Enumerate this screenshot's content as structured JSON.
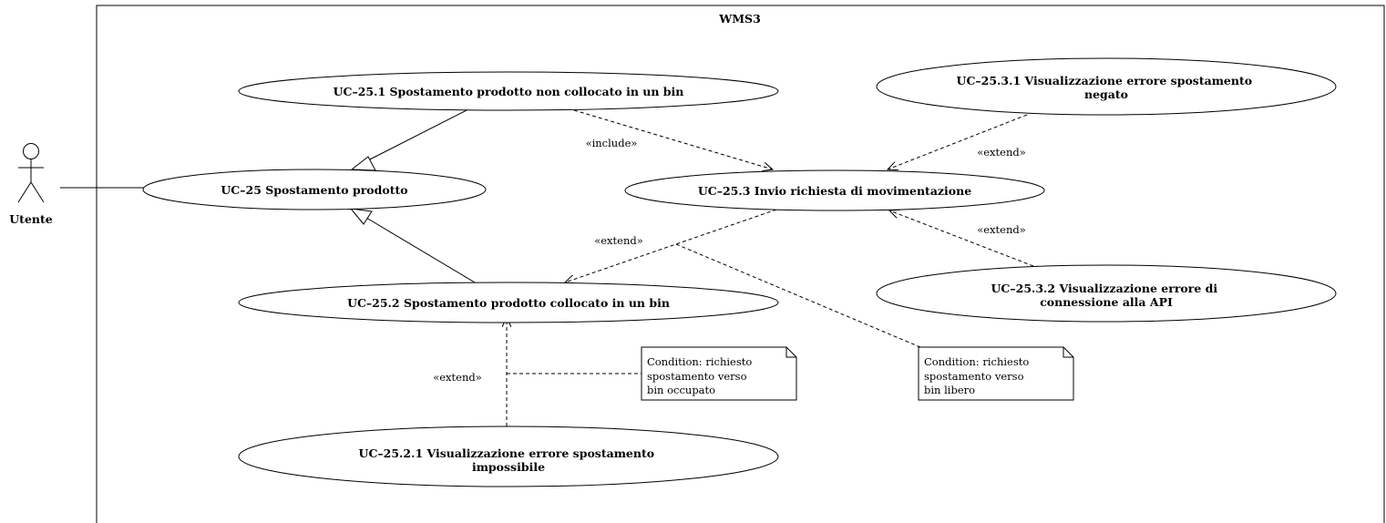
{
  "system": {
    "title": "WMS3"
  },
  "actor": {
    "name": "Utente"
  },
  "use_cases": {
    "uc25": {
      "lines": [
        "UC–25 Spostamento prodotto"
      ]
    },
    "uc251": {
      "lines": [
        "UC–25.1 Spostamento prodotto non collocato in un bin"
      ]
    },
    "uc252": {
      "lines": [
        "UC–25.2 Spostamento prodotto collocato in un bin"
      ]
    },
    "uc2521": {
      "lines": [
        "UC–25.2.1 Visualizzazione errore spostamento",
        "impossibile"
      ]
    },
    "uc253": {
      "lines": [
        "UC–25.3 Invio richiesta di movimentazione"
      ]
    },
    "uc2531": {
      "lines": [
        "UC–25.3.1 Visualizzazione errore spostamento",
        "negato"
      ]
    },
    "uc2532": {
      "lines": [
        "UC–25.3.2 Visualizzazione errore di",
        "connessione alla API"
      ]
    }
  },
  "relations": {
    "include_251_253": "«include»",
    "extend_2531_253": "«extend»",
    "extend_2532_253": "«extend»",
    "extend_253_252": "«extend»",
    "extend_2521_252": "«extend»"
  },
  "notes": {
    "note_occupato": {
      "lines": [
        "Condition: richiesto",
        "spostamento verso",
        "bin occupato"
      ]
    },
    "note_libero": {
      "lines": [
        "Condition: richiesto",
        "spostamento verso",
        "bin libero"
      ]
    }
  }
}
